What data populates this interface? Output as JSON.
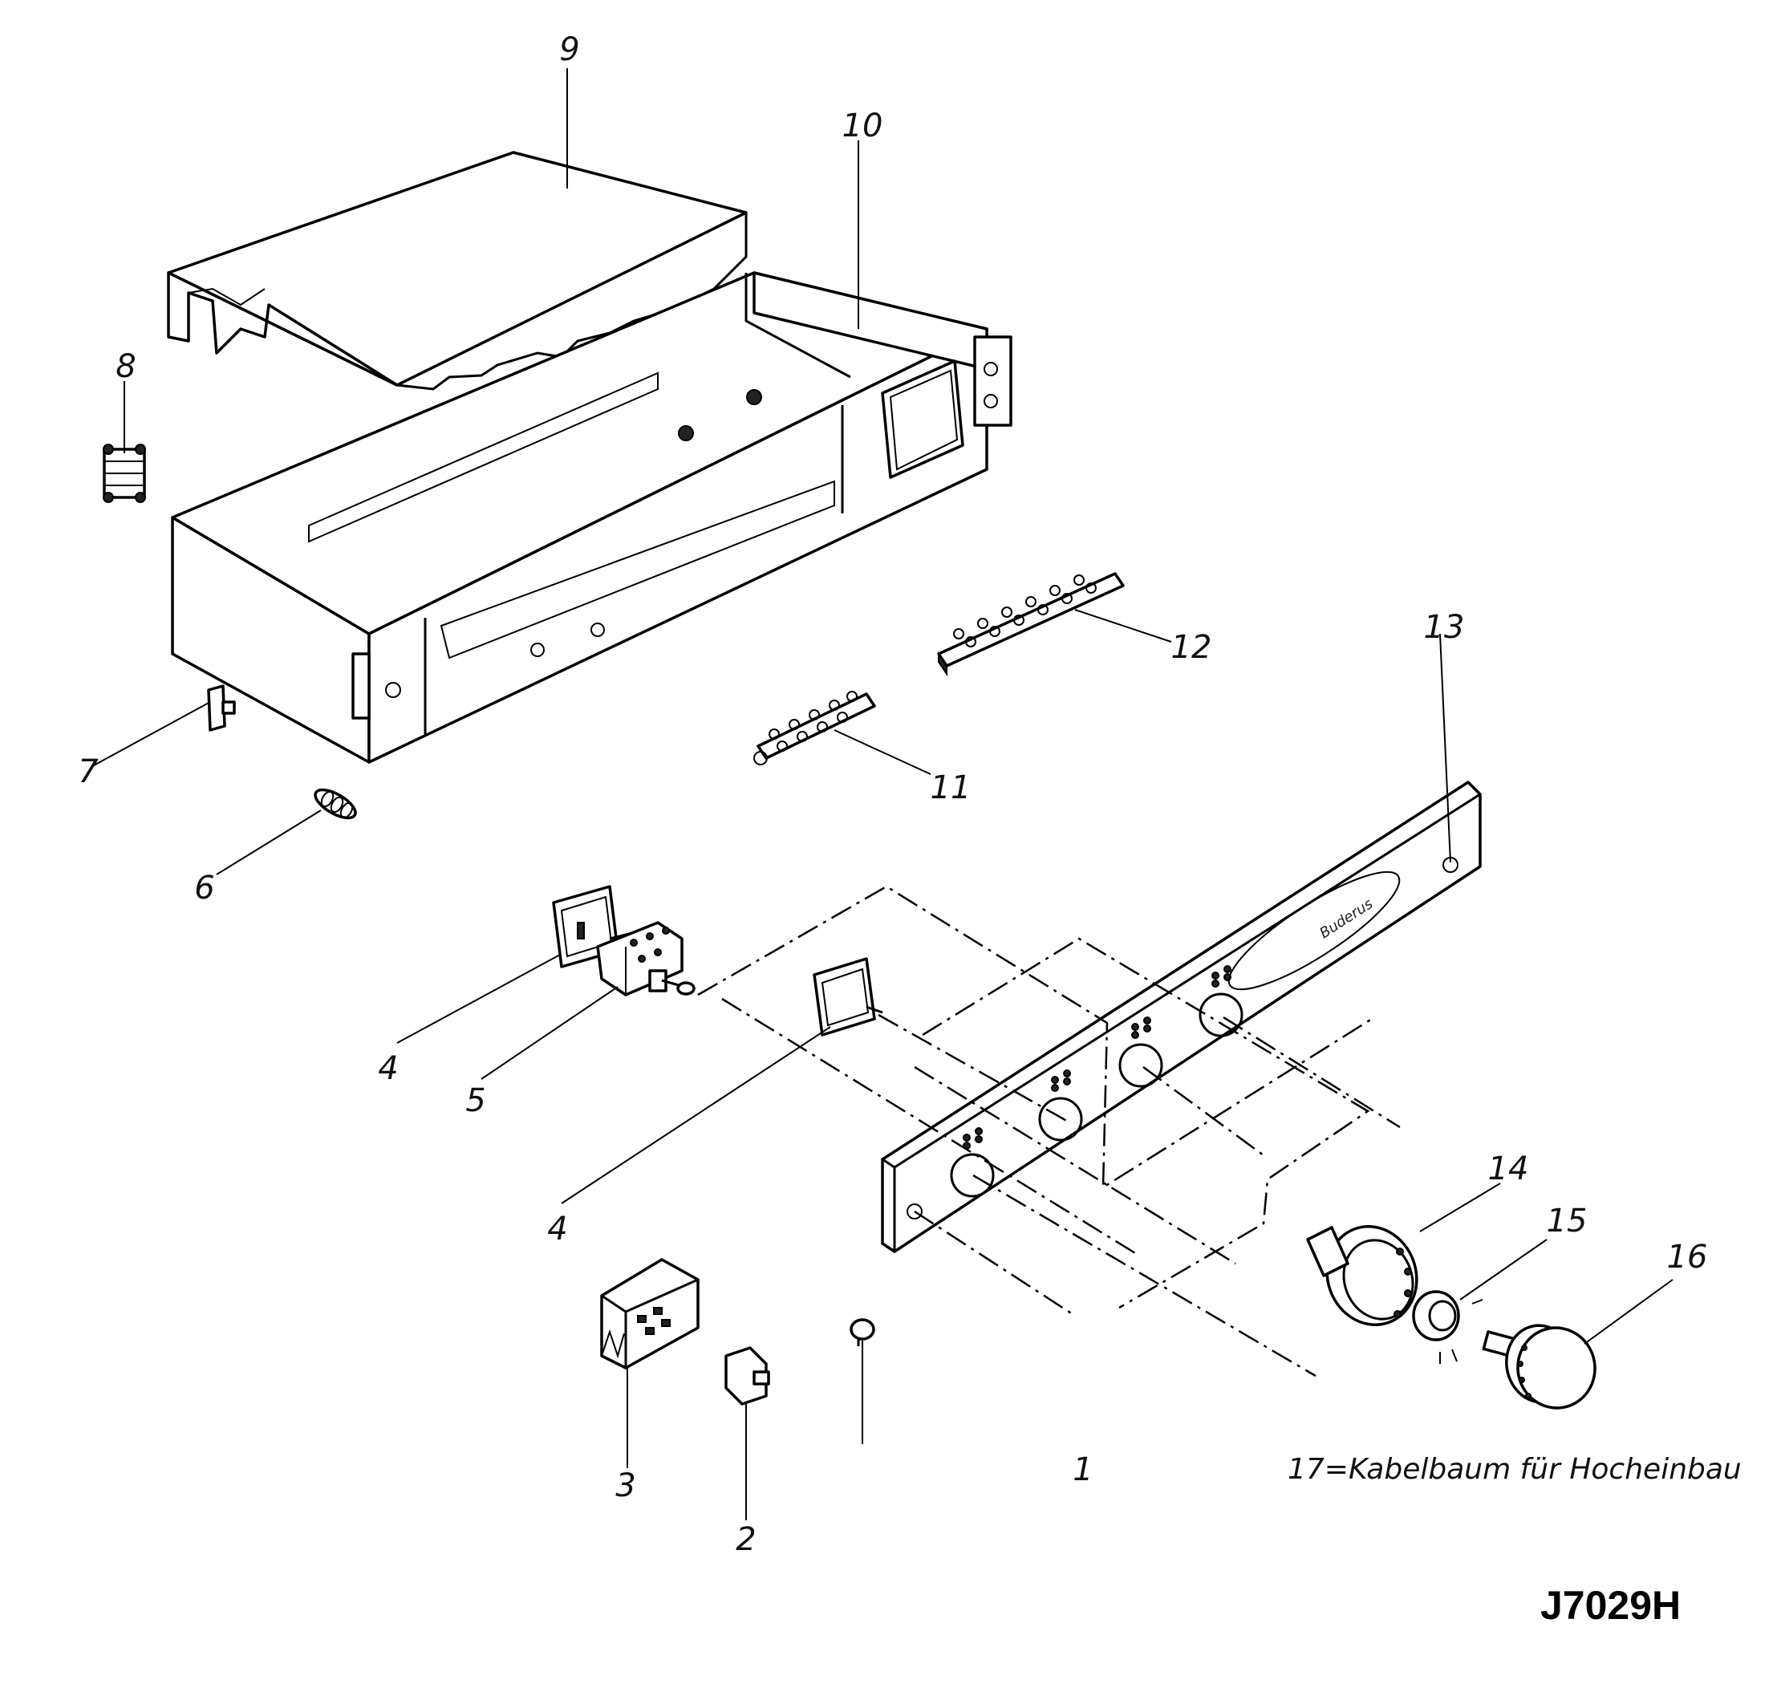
{
  "drawing_code": "J7029H",
  "note": "17=Kabelbaum für Hocheinbau",
  "brand": "Buderus",
  "callouts": [
    {
      "id": "c1",
      "label": "1"
    },
    {
      "id": "c2",
      "label": "2"
    },
    {
      "id": "c3",
      "label": "3"
    },
    {
      "id": "c4a",
      "label": "4"
    },
    {
      "id": "c4b",
      "label": "4"
    },
    {
      "id": "c5",
      "label": "5"
    },
    {
      "id": "c6",
      "label": "6"
    },
    {
      "id": "c7",
      "label": "7"
    },
    {
      "id": "c8",
      "label": "8"
    },
    {
      "id": "c9",
      "label": "9"
    },
    {
      "id": "c10",
      "label": "10"
    },
    {
      "id": "c11",
      "label": "11"
    },
    {
      "id": "c12",
      "label": "12"
    },
    {
      "id": "c13",
      "label": "13"
    },
    {
      "id": "c14",
      "label": "14"
    },
    {
      "id": "c15",
      "label": "15"
    },
    {
      "id": "c16",
      "label": "16"
    }
  ]
}
